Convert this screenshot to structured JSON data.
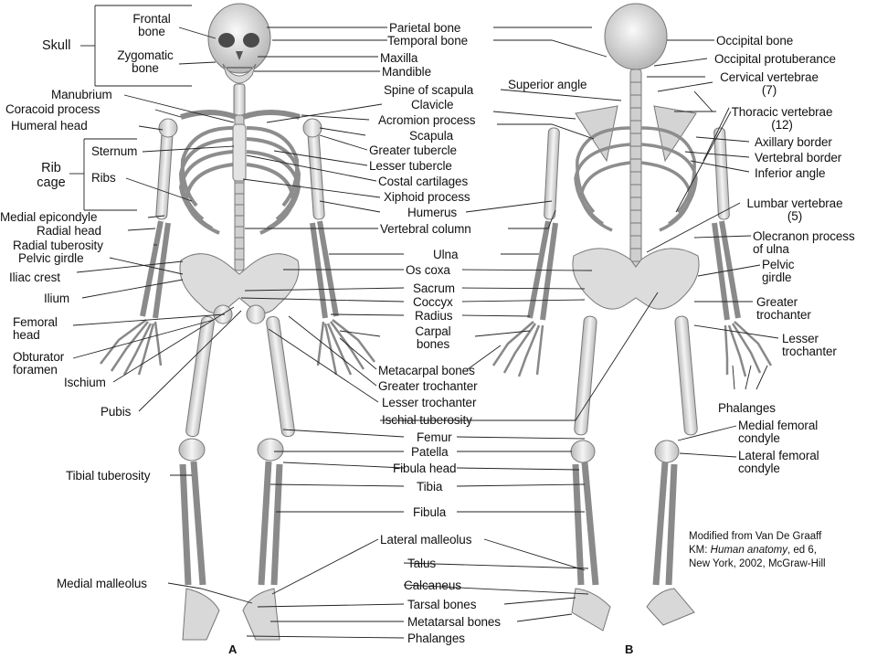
{
  "figure": {
    "panel_a": "A",
    "panel_b": "B",
    "credit": {
      "line1": "Modified from Van De Graaff",
      "line2_prefix": "KM: ",
      "line2_title": "Human anatomy",
      "line2_suffix": ", ed 6,",
      "line3": "New York, 2002, McGraw-Hill"
    }
  },
  "groups": {
    "skull": "Skull",
    "rib_cage_line1": "Rib",
    "rib_cage_line2": "cage"
  },
  "labels_left": {
    "frontal_1": "Frontal",
    "frontal_2": "bone",
    "zygomatic_1": "Zygomatic",
    "zygomatic_2": "bone",
    "manubrium": "Manubrium",
    "coracoid": "Coracoid process",
    "humeral_head": "Humeral head",
    "sternum": "Sternum",
    "ribs": "Ribs",
    "medial_epicondyle": "Medial epicondyle",
    "radial_head": "Radial head",
    "radial_tuberosity": "Radial tuberosity",
    "pelvic_girdle": "Pelvic girdle",
    "iliac_crest": "Iliac crest",
    "ilium": "Ilium",
    "femoral_head_1": "Femoral",
    "femoral_head_2": "head",
    "obturator_1": "Obturator",
    "obturator_2": "foramen",
    "ischium": "Ischium",
    "pubis": "Pubis",
    "tibial_tuberosity": "Tibial tuberosity",
    "medial_malleolus": "Medial malleolus"
  },
  "labels_center": {
    "parietal": "Parietal bone",
    "temporal": "Temporal bone",
    "maxilla": "Maxilla",
    "mandible": "Mandible",
    "spine_scapula": "Spine of scapula",
    "clavicle": "Clavicle",
    "acromion": "Acromion process",
    "scapula": "Scapula",
    "greater_tubercle": "Greater tubercle",
    "lesser_tubercle": "Lesser tubercle",
    "costal": "Costal cartilages",
    "xiphoid": "Xiphoid process",
    "humerus": "Humerus",
    "vertebral_column": "Vertebral column",
    "ulna": "Ulna",
    "os_coxa": "Os coxa",
    "sacrum": "Sacrum",
    "coccyx": "Coccyx",
    "radius": "Radius",
    "carpal_1": "Carpal",
    "carpal_2": "bones",
    "metacarpal": "Metacarpal bones",
    "greater_trochanter": "Greater trochanter",
    "lesser_trochanter": "Lesser trochanter",
    "ischial_tuberosity": "Ischial tuberosity",
    "femur": "Femur",
    "patella": "Patella",
    "fibula_head": "Fibula head",
    "tibia": "Tibia",
    "fibula": "Fibula",
    "lateral_malleolus": "Lateral malleolus",
    "talus": "Talus",
    "calcaneus": "Calcaneus",
    "tarsal": "Tarsal bones",
    "metatarsal": "Metatarsal bones",
    "phalanges": "Phalanges",
    "superior_angle": "Superior angle"
  },
  "labels_right": {
    "occipital_bone": "Occipital bone",
    "occipital_protuberance": "Occipital protuberance",
    "cervical_1": "Cervical vertebrae",
    "cervical_2": "(7)",
    "thoracic_1": "Thoracic vertebrae",
    "thoracic_2": "(12)",
    "axillary": "Axillary border",
    "vertebral_border": "Vertebral border",
    "inferior_angle": "Inferior angle",
    "lumbar_1": "Lumbar vertebrae",
    "lumbar_2": "(5)",
    "olecranon_1": "Olecranon process",
    "olecranon_2": "of ulna",
    "pelvic_1": "Pelvic",
    "pelvic_2": "girdle",
    "greater_troch_1": "Greater",
    "greater_troch_2": "trochanter",
    "lesser_troch_1": "Lesser",
    "lesser_troch_2": "trochanter",
    "phalanges": "Phalanges",
    "medial_fem_1": "Medial femoral",
    "medial_fem_2": "condyle",
    "lateral_fem_1": "Lateral femoral",
    "lateral_fem_2": "condyle"
  }
}
